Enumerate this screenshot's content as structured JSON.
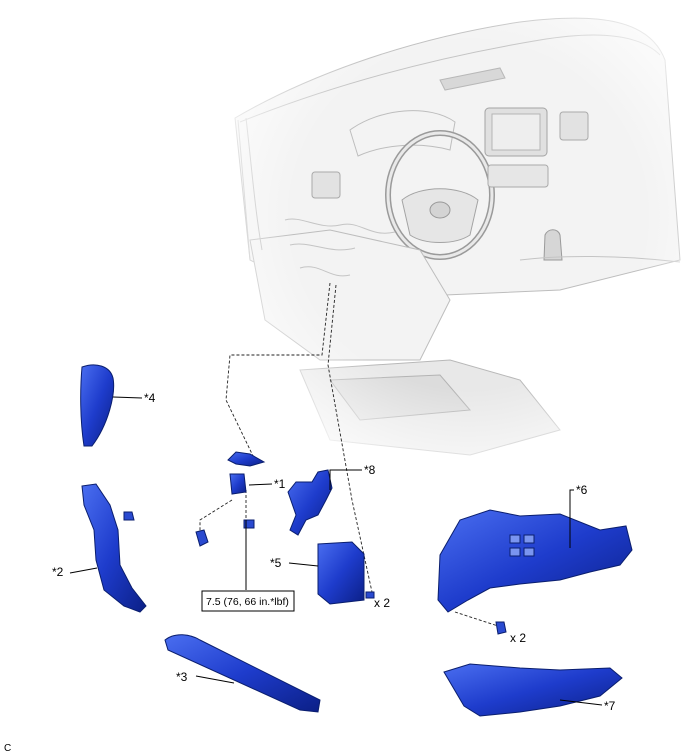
{
  "labels": {
    "p1": "*1",
    "p2": "*2",
    "p3": "*3",
    "p4": "*4",
    "p5": "*5",
    "p6": "*6",
    "p7": "*7",
    "p8": "*8"
  },
  "quantities": {
    "q5": "x 2",
    "q6": "x 2"
  },
  "torque": "7.5 (76, 66 in.*lbf)",
  "corner_code": "C",
  "colors": {
    "part_fill": "#1e3ccc",
    "part_shade": "#0e2590",
    "interior": "#f3f3f3"
  }
}
